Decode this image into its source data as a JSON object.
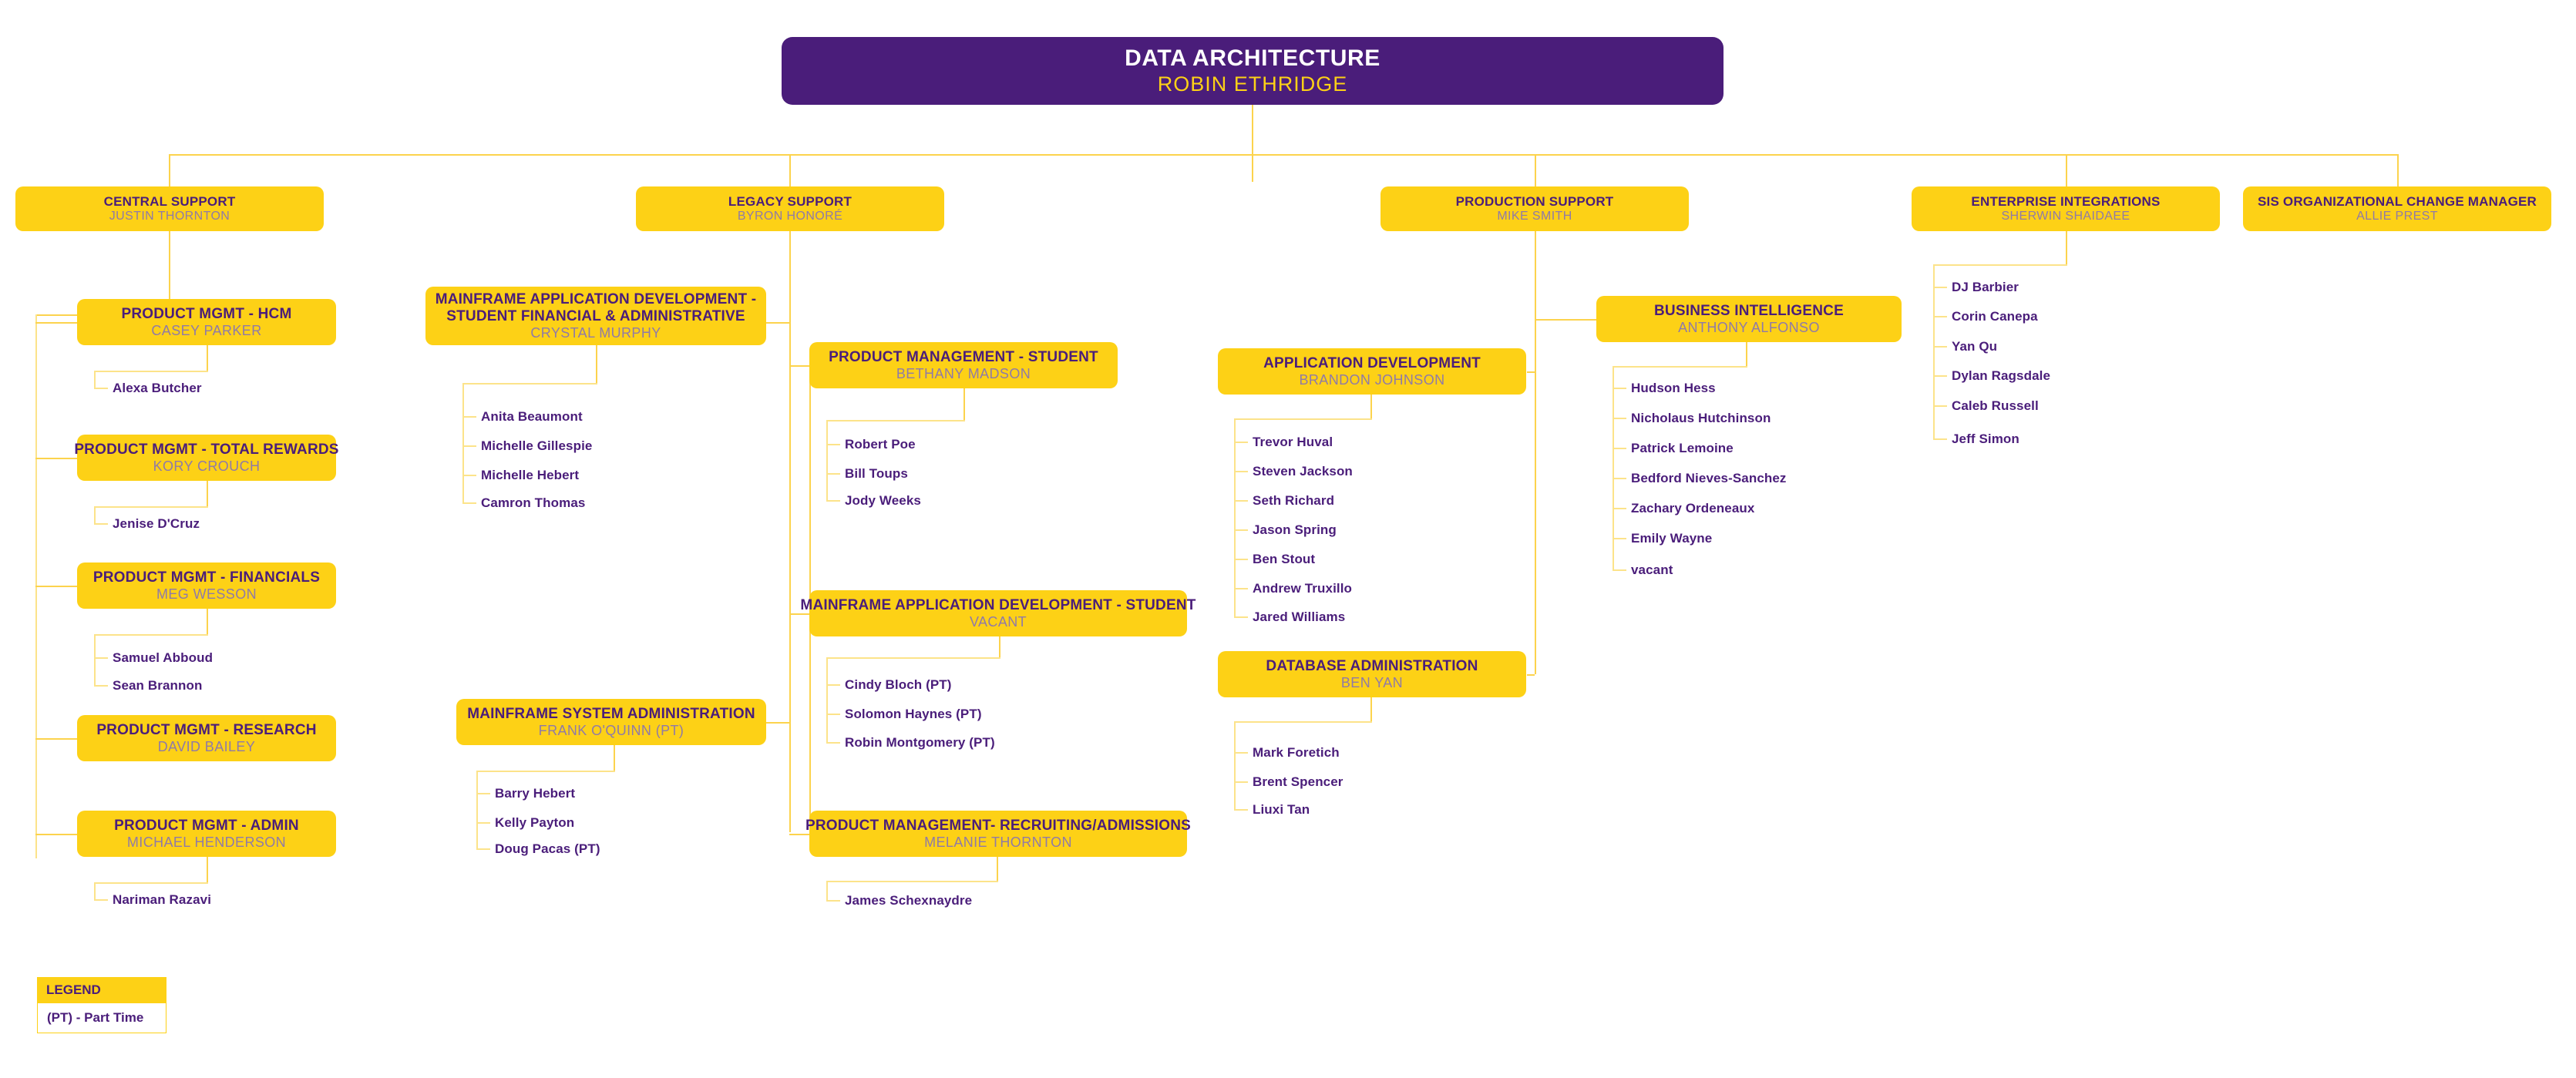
{
  "chart": {
    "type": "org-chart",
    "title": "Data Architecture Organizational Chart",
    "colors": {
      "root_fill": "#4a1d7a",
      "box_fill": "#FDD116",
      "title_text": "#4a1d7a",
      "root_title_text": "#FFFFFF",
      "root_subtitle_text": "#FDD116",
      "subtitle_text": "#8f7aa8",
      "connector": "#FCD34D",
      "background": "#FFFFFF"
    }
  },
  "root": {
    "title": "DATA ARCHITECTURE",
    "name": "ROBIN ETHRIDGE"
  },
  "legend": {
    "header": "LEGEND",
    "entry": "(PT) - Part Time"
  },
  "divisions": {
    "central_support": {
      "title": "CENTRAL SUPPORT",
      "name": "JUSTIN THORNTON",
      "children": [
        {
          "title": "PRODUCT MGMT - HCM",
          "name": "CASEY PARKER",
          "reports": [
            "Alexa Butcher"
          ]
        },
        {
          "title": "PRODUCT MGMT - TOTAL REWARDS",
          "name": "KORY CROUCH",
          "reports": [
            "Jenise D'Cruz"
          ]
        },
        {
          "title": "PRODUCT MGMT - FINANCIALS",
          "name": "MEG WESSON",
          "reports": [
            "Samuel Abboud",
            "Sean Brannon"
          ]
        },
        {
          "title": "PRODUCT MGMT - RESEARCH",
          "name": "DAVID BAILEY",
          "reports": []
        },
        {
          "title": "PRODUCT MGMT - ADMIN",
          "name": "MICHAEL HENDERSON",
          "reports": [
            "Nariman Razavi"
          ]
        }
      ]
    },
    "legacy_support": {
      "title": "LEGACY SUPPORT",
      "name": "BYRON HONORÉ",
      "children": [
        {
          "title": "MAINFRAME APPLICATION DEVELOPMENT - STUDENT FINANCIAL & ADMINISTRATIVE",
          "title_line1": "MAINFRAME APPLICATION DEVELOPMENT -",
          "title_line2": "STUDENT FINANCIAL & ADMINISTRATIVE",
          "name": "CRYSTAL MURPHY",
          "reports": [
            "Anita Beaumont",
            "Michelle Gillespie",
            "Michelle Hebert",
            "Camron Thomas"
          ]
        },
        {
          "title": "MAINFRAME SYSTEM ADMINISTRATION",
          "name": "FRANK O'QUINN (PT)",
          "reports": [
            "Barry Hebert",
            "Kelly Payton",
            "Doug Pacas (PT)"
          ]
        },
        {
          "title": "PRODUCT MANAGEMENT - STUDENT",
          "name": "BETHANY MADSON",
          "reports": [
            "Robert Poe",
            "Bill Toups",
            "Jody Weeks"
          ]
        },
        {
          "title": "MAINFRAME APPLICATION DEVELOPMENT - STUDENT",
          "name": "VACANT",
          "reports": [
            "Cindy Bloch (PT)",
            "Solomon Haynes (PT)",
            "Robin Montgomery (PT)"
          ]
        },
        {
          "title": "PRODUCT MANAGEMENT- RECRUITING/ADMISSIONS",
          "name": "MELANIE THORNTON",
          "reports": [
            "James Schexnaydre"
          ]
        }
      ]
    },
    "production_support": {
      "title": "PRODUCTION SUPPORT",
      "name": "MIKE SMITH",
      "children": [
        {
          "title": "APPLICATION DEVELOPMENT",
          "name": "BRANDON JOHNSON",
          "reports": [
            "Trevor Huval",
            "Steven Jackson",
            "Seth Richard",
            "Jason Spring",
            "Ben Stout",
            "Andrew Truxillo",
            "Jared Williams"
          ]
        },
        {
          "title": "DATABASE ADMINISTRATION",
          "name": "BEN YAN",
          "reports": [
            "Mark Foretich",
            "Brent Spencer",
            "Liuxi Tan"
          ]
        },
        {
          "title": "BUSINESS INTELLIGENCE",
          "name": "ANTHONY ALFONSO",
          "reports": [
            "Hudson Hess",
            "Nicholaus Hutchinson",
            "Patrick Lemoine",
            "Bedford Nieves-Sanchez",
            "Zachary Ordeneaux",
            "Emily Wayne",
            "vacant"
          ]
        }
      ]
    },
    "enterprise_integrations": {
      "title": "ENTERPRISE INTEGRATIONS",
      "name": "SHERWIN SHAIDAEE",
      "reports": [
        "DJ Barbier",
        "Corin Canepa",
        "Yan Qu",
        "Dylan Ragsdale",
        "Caleb Russell",
        "Jeff Simon"
      ]
    },
    "sis_change_manager": {
      "title": "SIS ORGANIZATIONAL CHANGE MANAGER",
      "name": "ALLIE PREST",
      "reports": []
    }
  }
}
